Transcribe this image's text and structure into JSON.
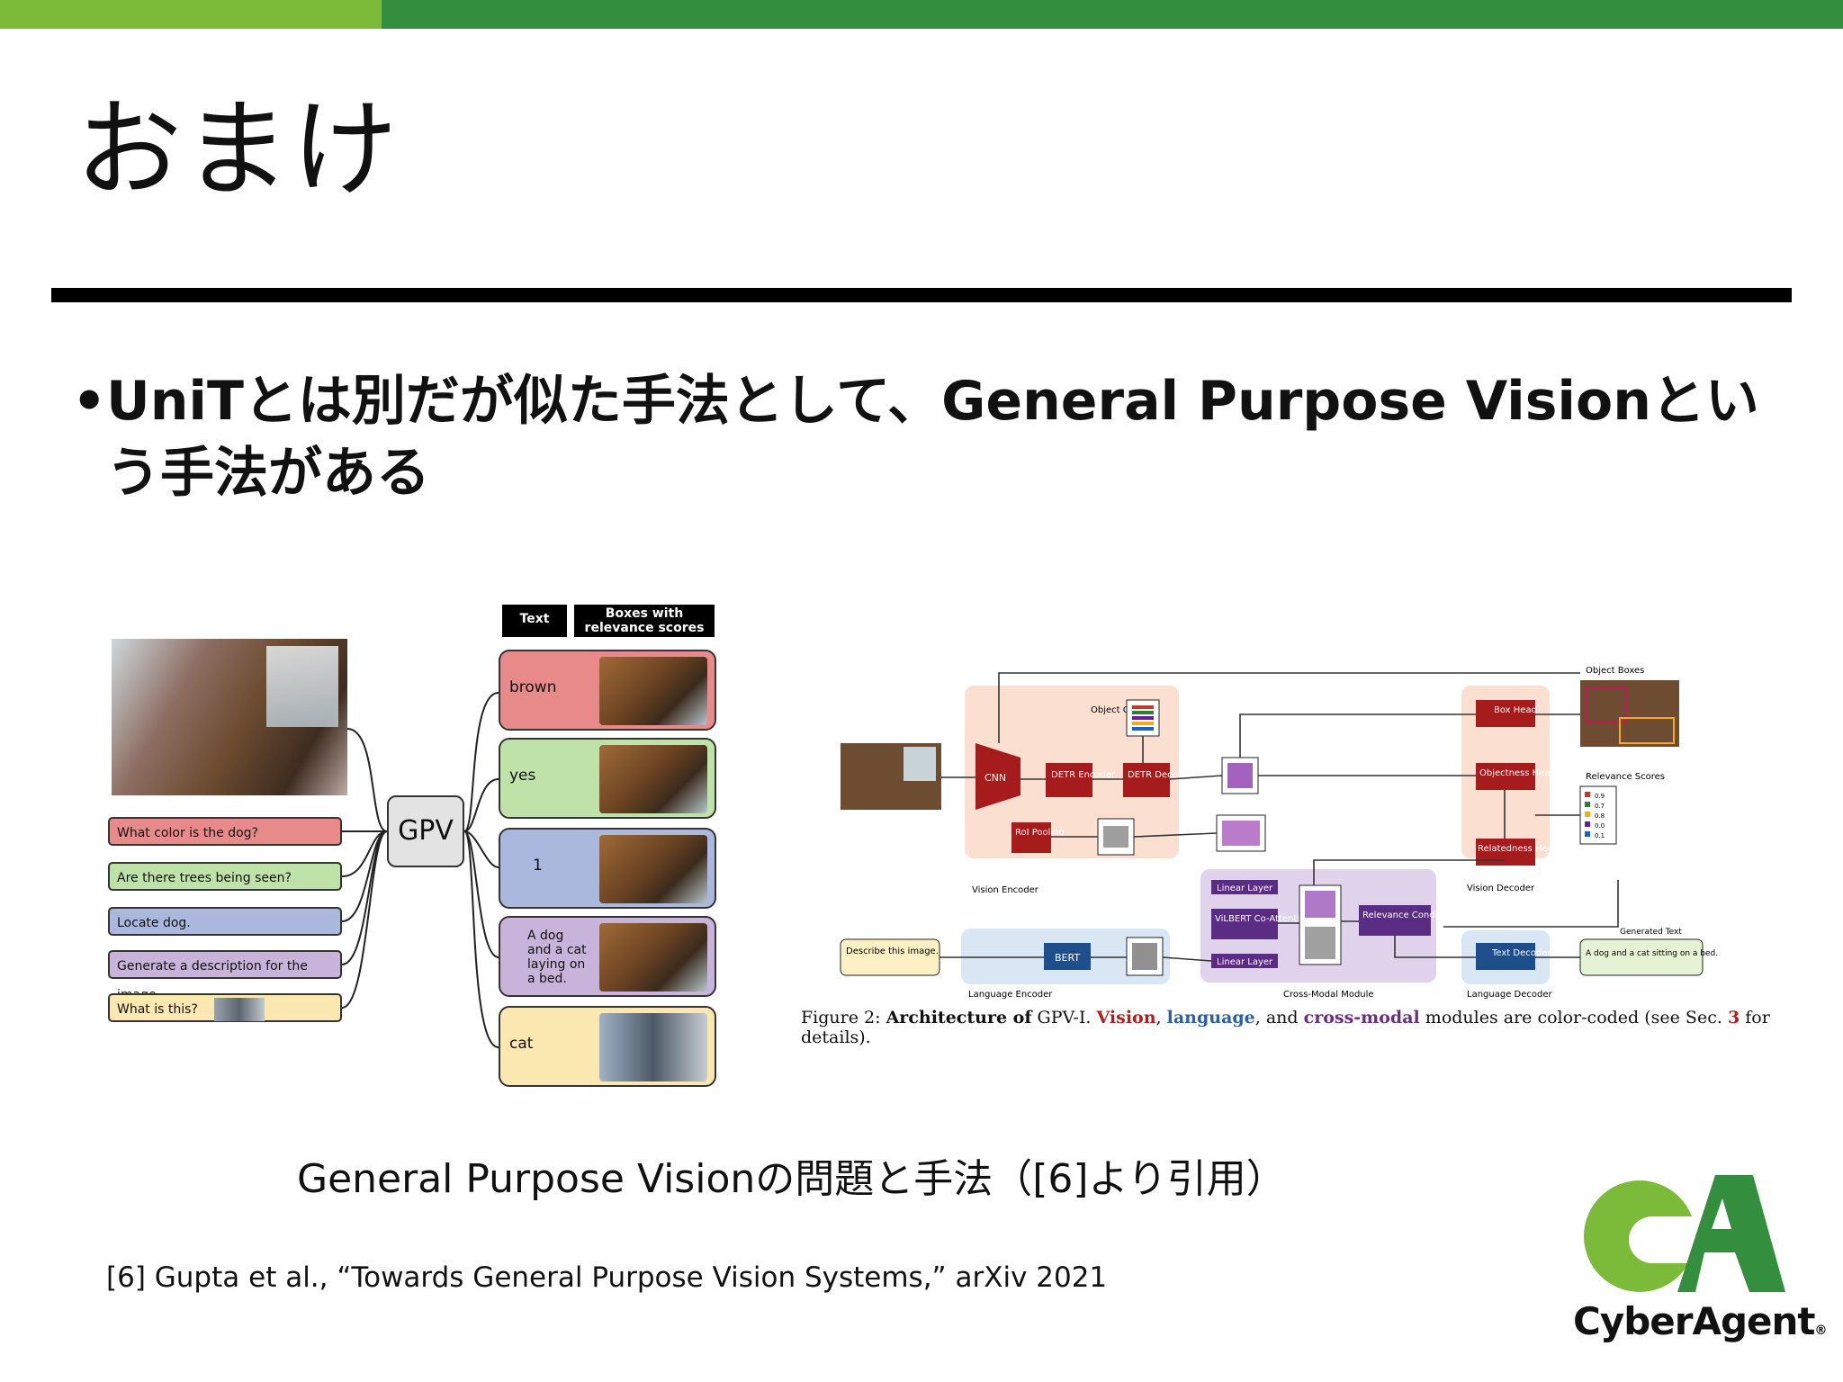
{
  "slide": {
    "title": "おまけ",
    "bullet_marker": "•",
    "bullet": "UniTとは別だが似た手法として、General Purpose Visionという手法がある",
    "caption": "General Purpose Visionの問題と手法（[6]より引用）",
    "reference": "[6] Gupta et al., “Towards General Purpose Vision Systems,” arXiv 2021"
  },
  "colors": {
    "green_light": "#7cba3a",
    "green_dark": "#338e3e"
  },
  "figure_left": {
    "center_label": "GPV",
    "header_text": "Text",
    "header_boxes": "Boxes with relevance scores",
    "questions": [
      "What color is the dog?",
      "Are there trees being seen?",
      "Locate dog.",
      "Generate a description for the image.",
      "What is this?"
    ],
    "answers": [
      "brown",
      "yes",
      "1",
      "A dog and a cat laying on a bed.",
      "cat"
    ]
  },
  "figure_right": {
    "object_queries": "Object Queries",
    "cnn": "CNN",
    "detr_encoder": "DETR Encoder",
    "detr_decoder": "DETR Decoder",
    "roi_pooling": "RoI Pooling",
    "vision_encoder": "Vision Encoder",
    "box_head": "Box Head",
    "objectness_head": "Objectness Head",
    "relatedness_head": "Relatedness Head",
    "vision_decoder": "Vision Decoder",
    "object_boxes": "Object Boxes",
    "relevance_scores": "Relevance Scores",
    "scores": [
      "0.9",
      "0.7",
      "0.8",
      "0.0",
      "0.1"
    ],
    "linear_layer_top": "Linear Layer",
    "vilbert": "ViLBERT Co-Attention",
    "linear_layer_bottom": "Linear Layer",
    "relevance_conditioning": "Relevance Conditioning",
    "cross_modal": "Cross-Modal Module",
    "describe": "Describe this image.",
    "bert": "BERT",
    "language_encoder": "Language Encoder",
    "text_decoder": "Text Decoder",
    "language_decoder": "Language Decoder",
    "generated_text_label": "Generated Text",
    "generated_text": "A dog and a cat sitting on a bed.",
    "caption_prefix": "Figure 2:",
    "caption_bold": "Architecture of",
    "caption_model": "GPV-I.",
    "caption_vision": "Vision",
    "caption_language": "language",
    "caption_and": ", and",
    "caption_crossmodal": "cross-modal",
    "caption_rest": "modules are color-coded (see Sec.",
    "caption_sec": "3",
    "caption_end": "for details)."
  },
  "logo": {
    "mark": "CA",
    "name": "CyberAgent",
    "registered": "®"
  }
}
